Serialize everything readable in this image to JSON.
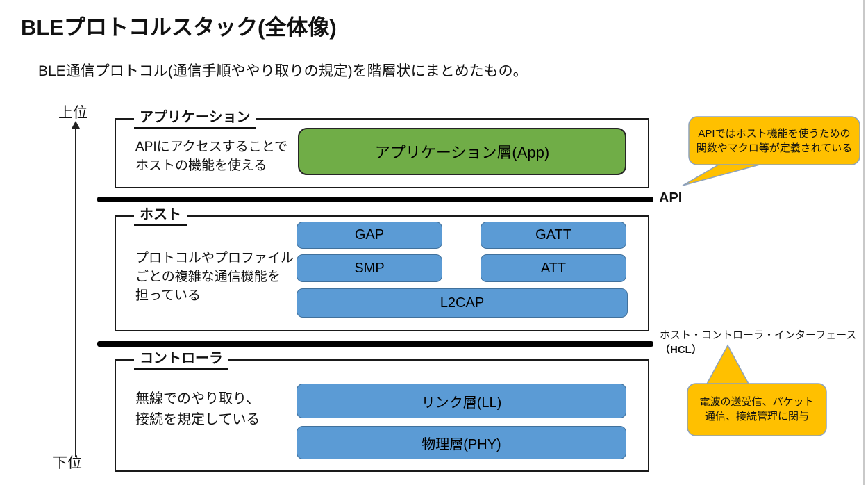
{
  "page": {
    "title": "BLEプロトコルスタック(全体像)",
    "subtitle": "BLE通信プロトコル(通信手順ややり取りの規定)を階層状にまとめたもの。"
  },
  "axis": {
    "top_label": "上位",
    "bottom_label": "下位"
  },
  "layers": {
    "application": {
      "group_label": "アプリケーション",
      "description": "APIにアクセスすることで\nホストの機能を使える",
      "box_label": "アプリケーション層(App)"
    },
    "host": {
      "group_label": "ホスト",
      "description": "プロトコルやプロファイル\nごとの複雑な通信機能を\n担っている",
      "boxes": [
        "GAP",
        "GATT",
        "SMP",
        "ATT",
        "L2CAP"
      ]
    },
    "controller": {
      "group_label": "コントローラ",
      "description": "無線でのやり取り、\n接続を規定している",
      "boxes": [
        "リンク層(LL)",
        "物理層(PHY)"
      ]
    }
  },
  "interfaces": {
    "api": {
      "label": "API"
    },
    "hcl": {
      "label_line1": "ホスト・コントローラ・インターフェース",
      "label_line2": "（HCL）"
    }
  },
  "callouts": {
    "api_note": "APIではホスト機能を使うための\n関数やマクロ等が定義されている",
    "hcl_note": "電波の送受信、パケット\n通信、接続管理に関与"
  },
  "colors": {
    "green_fill": "#70AD47",
    "blue_fill": "#5B9BD5",
    "orange_fill": "#FFC000",
    "callout_border": "#8EA2BC",
    "bar_black": "#000000"
  }
}
